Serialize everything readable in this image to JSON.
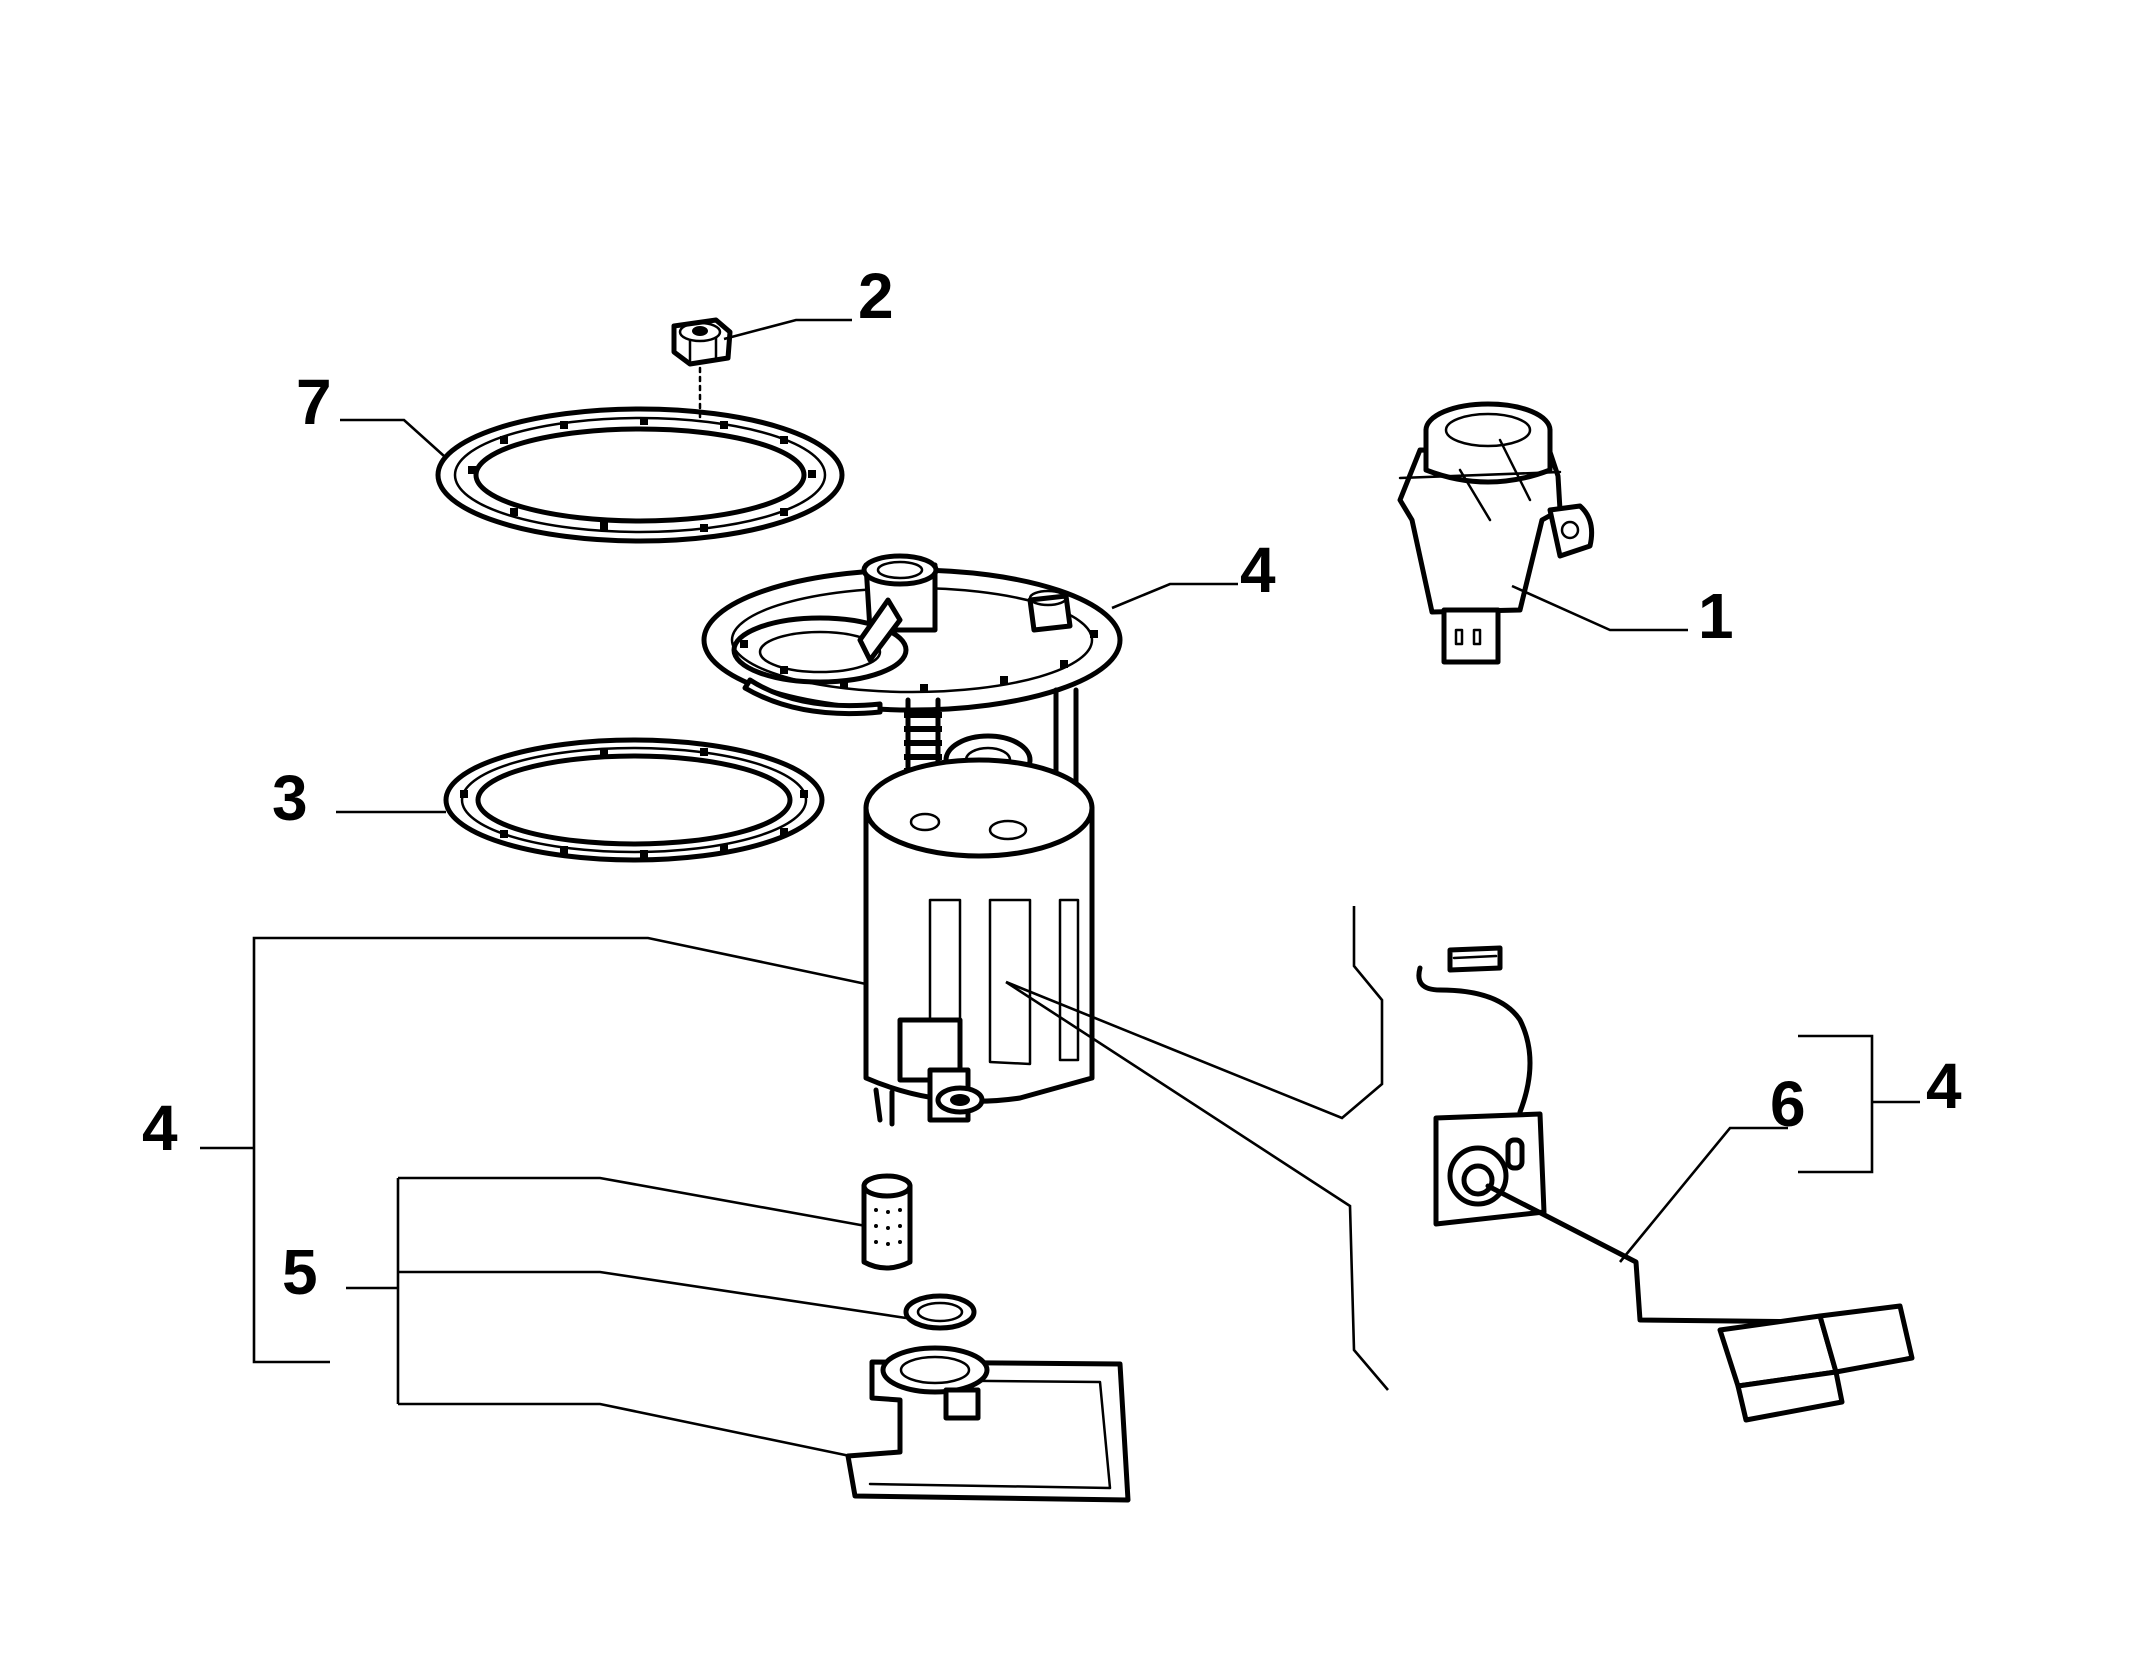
{
  "diagram": {
    "callouts": [
      {
        "id": "callout-1",
        "label": "1"
      },
      {
        "id": "callout-2",
        "label": "2"
      },
      {
        "id": "callout-3",
        "label": "3"
      },
      {
        "id": "callout-4-top",
        "label": "4"
      },
      {
        "id": "callout-4-left",
        "label": "4"
      },
      {
        "id": "callout-4-right",
        "label": "4"
      },
      {
        "id": "callout-5",
        "label": "5"
      },
      {
        "id": "callout-6",
        "label": "6"
      },
      {
        "id": "callout-7",
        "label": "7"
      }
    ]
  }
}
